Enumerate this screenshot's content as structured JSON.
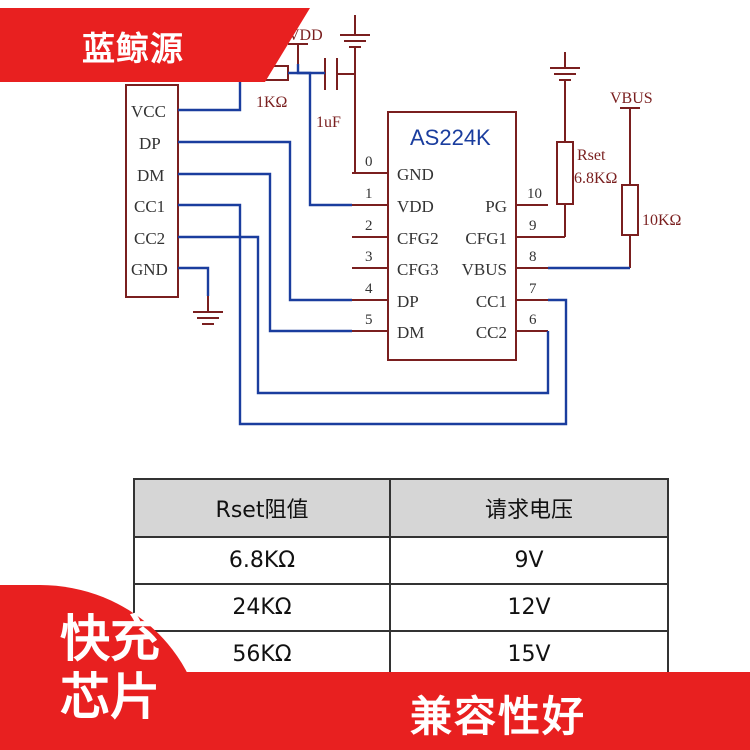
{
  "brand": {
    "name": "蓝鲸源",
    "color": "#e82020"
  },
  "schematic": {
    "chip_name": "AS224K",
    "connector_pins": [
      "VCC",
      "DP",
      "DM",
      "CC1",
      "CC2",
      "GND"
    ],
    "chip_left_pins": [
      {
        "num": "0",
        "name": "GND"
      },
      {
        "num": "1",
        "name": "VDD"
      },
      {
        "num": "2",
        "name": "CFG2"
      },
      {
        "num": "3",
        "name": "CFG3"
      },
      {
        "num": "4",
        "name": "DP"
      },
      {
        "num": "5",
        "name": "DM"
      }
    ],
    "chip_right_pins": [
      {
        "num": "10",
        "name": "PG"
      },
      {
        "num": "9",
        "name": "CFG1"
      },
      {
        "num": "8",
        "name": "VBUS"
      },
      {
        "num": "7",
        "name": "CC1"
      },
      {
        "num": "6",
        "name": "CC2"
      }
    ],
    "labels": {
      "vdd": "VDD",
      "vbus": "VBUS",
      "r1": "1KΩ",
      "cap": "1uF",
      "rset_name": "Rset",
      "rset_value": "6.8KΩ",
      "r10k": "10KΩ"
    },
    "wire_color": "#1a3d9e",
    "line_color": "#7a1f1f"
  },
  "table": {
    "headers": [
      "Rset阻值",
      "请求电压"
    ],
    "rows": [
      [
        "6.8KΩ",
        "9V"
      ],
      [
        "24KΩ",
        "12V"
      ],
      [
        "56KΩ",
        "15V"
      ]
    ]
  },
  "badge": {
    "line1": "快充",
    "line2": "芯片"
  },
  "strip": {
    "text": "兼容性好"
  }
}
